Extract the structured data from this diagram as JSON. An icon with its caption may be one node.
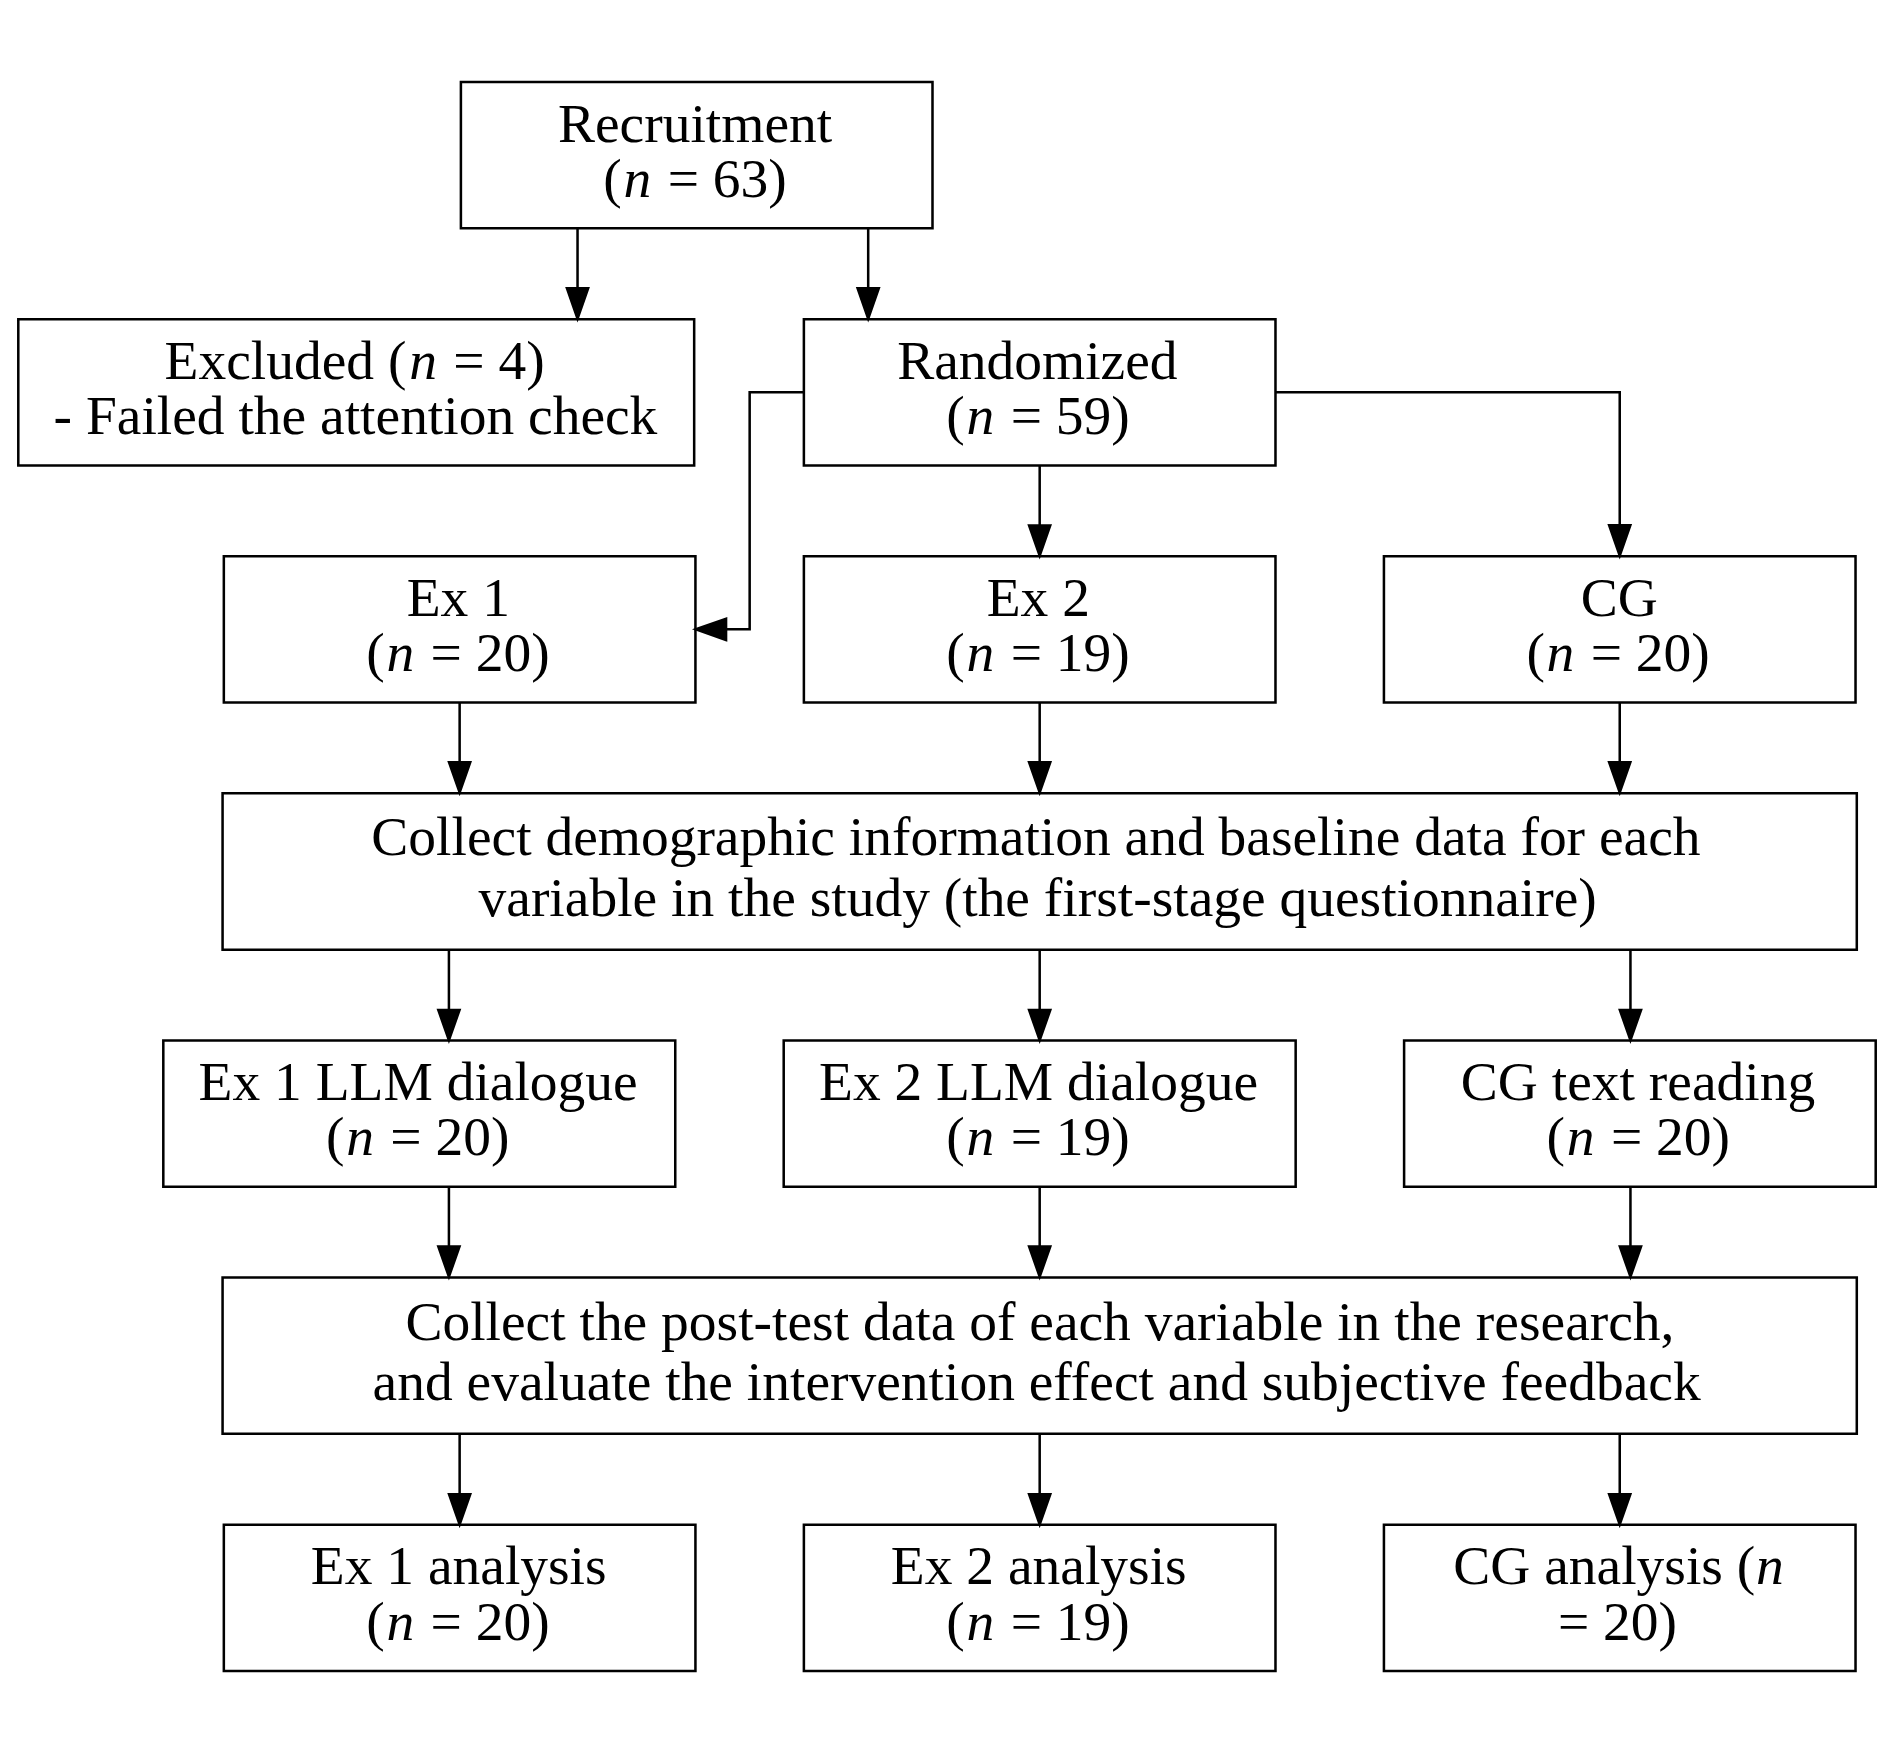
{
  "diagram": {
    "nodes": [
      {
        "text": [
          "Recruitment",
          "(*n* = 63)"
        ]
      },
      {
        "text": [
          "Excluded (*n* = 4)",
          "- Failed the attention check"
        ]
      },
      {
        "text": [
          "Randomized",
          "(*n* = 59)"
        ]
      },
      {
        "text": [
          "Ex 1",
          "(*n* = 20)"
        ]
      },
      {
        "text": [
          "Ex 2",
          "(*n* = 19)"
        ]
      },
      {
        "text": [
          "CG",
          "(*n* = 20)"
        ]
      },
      {
        "text": [
          "Collect demographic information and baseline data for each variable in the study (the first-stage questionnaire)"
        ]
      },
      {
        "text": [
          "Ex 1 LLM dialogue (*n* = 20)"
        ]
      },
      {
        "text": [
          "Ex 2 LLM dialogue (*n* = 19)"
        ]
      },
      {
        "text": [
          "CG text reading (*n* = 20)"
        ]
      },
      {
        "text": [
          "Collect the post-test data of each variable in the research, and evaluate the intervention effect and subjective feedback"
        ]
      },
      {
        "text": [
          "Ex 1 analysis (*n* = 20)"
        ]
      },
      {
        "text": [
          "Ex 2 analysis (*n* = 19)"
        ]
      },
      {
        "text": [
          "CG analysis (*n* = 20)"
        ]
      }
    ],
    "edges": [
      {
        "from": 0,
        "to": 1,
        "arrow": "to"
      },
      {
        "from": 0,
        "to": 2,
        "arrow": "to"
      },
      {
        "from": 2,
        "to": 3,
        "arrow": "to"
      },
      {
        "from": 2,
        "to": 4,
        "arrow": "to"
      },
      {
        "from": 2,
        "to": 5,
        "arrow": "to"
      },
      {
        "from": 3,
        "to": 6,
        "arrow": "to"
      },
      {
        "from": 4,
        "to": 6,
        "arrow": "to"
      },
      {
        "from": 5,
        "to": 6,
        "arrow": "to"
      },
      {
        "from": 6,
        "to": 7,
        "arrow": "to"
      },
      {
        "from": 6,
        "to": 8,
        "arrow": "to"
      },
      {
        "from": 6,
        "to": 9,
        "arrow": "to"
      },
      {
        "from": 7,
        "to": 10,
        "arrow": "to"
      },
      {
        "from": 8,
        "to": 10,
        "arrow": "to"
      },
      {
        "from": 9,
        "to": 10,
        "arrow": "to"
      },
      {
        "from": 10,
        "to": 11,
        "arrow": "to"
      },
      {
        "from": 10,
        "to": 12,
        "arrow": "to"
      },
      {
        "from": 10,
        "to": 13,
        "arrow": "to"
      }
    ]
  }
}
